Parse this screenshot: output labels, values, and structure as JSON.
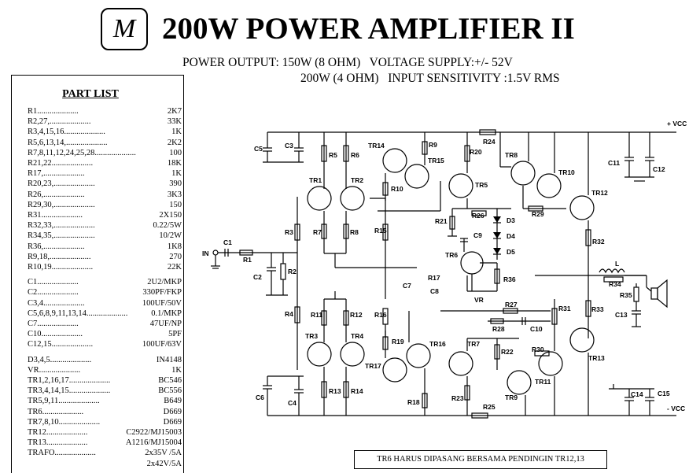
{
  "header": {
    "logo_letter": "M",
    "title": "200W POWER AMPLIFIER II",
    "spec_line1": "POWER OUTPUT: 150W (8 OHM)   VOLTAGE SUPPLY:+/- 52V",
    "spec_line2": "200W (4 OHM)   INPUT SENSITIVITY :1.5V RMS"
  },
  "part_list": {
    "title": "PART LIST",
    "items": [
      {
        "name": "R1",
        "value": "2K7"
      },
      {
        "name": "R2,27,",
        "value": "33K"
      },
      {
        "name": "R3,4,15,16",
        "value": "1K"
      },
      {
        "name": "R5,6,13,14,",
        "value": "2K2"
      },
      {
        "name": "R7,8,11,12,24,25,28",
        "value": "100"
      },
      {
        "name": "R21,22",
        "value": "18K"
      },
      {
        "name": "R17,",
        "value": "1K"
      },
      {
        "name": "R20,23,",
        "value": "390"
      },
      {
        "name": "R26,",
        "value": "3K3"
      },
      {
        "name": "R29,30,",
        "value": "150"
      },
      {
        "name": "R31",
        "value": "2X150"
      },
      {
        "name": "R32,33,",
        "value": "0.22/5W"
      },
      {
        "name": "R34,35,",
        "value": "10/2W"
      },
      {
        "name": "R36,",
        "value": "1K8"
      },
      {
        "name": "R9,18,",
        "value": "270"
      },
      {
        "name": "R10,19",
        "value": "22K"
      },
      {
        "name": "C1",
        "value": "2U2/MKP"
      },
      {
        "name": "C2",
        "value": "330PF/FKP"
      },
      {
        "name": "C3,4",
        "value": "100UF/50V"
      },
      {
        "name": "C5,6,8,9,11,13,14",
        "value": "0.1/MKP"
      },
      {
        "name": "C7",
        "value": "47UF/NP"
      },
      {
        "name": "C10",
        "value": "5PF"
      },
      {
        "name": "C12,15",
        "value": "100UF/63V"
      },
      {
        "name": "D3,4,5",
        "value": "IN4148"
      },
      {
        "name": "VR",
        "value": "1K"
      },
      {
        "name": "TR1,2,16,17",
        "value": "BC546"
      },
      {
        "name": "TR3,4,14,15",
        "value": "BC556"
      },
      {
        "name": "TR5,9,11",
        "value": "B649"
      },
      {
        "name": "TR6",
        "value": "D669"
      },
      {
        "name": "TR7,8,10",
        "value": "D669"
      },
      {
        "name": "TR12",
        "value": "C2922/MJ15003"
      },
      {
        "name": "TR13",
        "value": "A1216/MJ15004"
      },
      {
        "name": "TRAFO",
        "value": "2x35V /5A"
      },
      {
        "name": "",
        "value": "2x42V/5A"
      }
    ]
  },
  "schematic": {
    "vcc_pos": "+ VCC",
    "vcc_neg": "- VCC",
    "input": "IN",
    "labels": {
      "c1": "C1",
      "r1": "R1",
      "c2": "C2",
      "r2": "R2",
      "r3": "R3",
      "r4": "R4",
      "c5": "C5",
      "c3": "C3",
      "r5": "R5",
      "r6": "R6",
      "tr1": "TR1",
      "tr2": "TR2",
      "r7": "R7",
      "r8": "R8",
      "r15": "R15",
      "tr14": "TR14",
      "r9": "R9",
      "tr15": "TR15",
      "r10": "R10",
      "r20": "R20",
      "r24": "R24",
      "tr5": "TR5",
      "tr8": "TR8",
      "tr10": "TR10",
      "tr12": "TR12",
      "r29": "R29",
      "c11": "C11",
      "c12": "C12",
      "r21": "R21",
      "r26": "R26",
      "d3": "D3",
      "d4": "D4",
      "d5": "D5",
      "c9": "C9",
      "tr6": "TR6",
      "r36": "R36",
      "r17": "R17",
      "c7": "C7",
      "c8": "C8",
      "vr": "VR",
      "r27": "R27",
      "r28": "R28",
      "c10": "C10",
      "r32": "R32",
      "l": "L",
      "r34": "R34",
      "r35": "R35",
      "c13": "C13",
      "r33": "R33",
      "r31": "R31",
      "r11": "R11",
      "r12": "R12",
      "r16": "R16",
      "tr3": "TR3",
      "tr4": "TR4",
      "r19": "R19",
      "tr16": "TR16",
      "tr17": "TR17",
      "tr7": "TR7",
      "r22": "R22",
      "r30": "R30",
      "tr13": "TR13",
      "tr9": "TR9",
      "tr11": "TR11",
      "c6": "C6",
      "c4": "C4",
      "r13": "R13",
      "r14": "R14",
      "r18": "R18",
      "r23": "R23",
      "r25": "R25",
      "c14": "C14",
      "c15": "C15"
    }
  },
  "note": "TR6 HARUS DIPASANG BERSAMA PENDINGIN TR12,13"
}
